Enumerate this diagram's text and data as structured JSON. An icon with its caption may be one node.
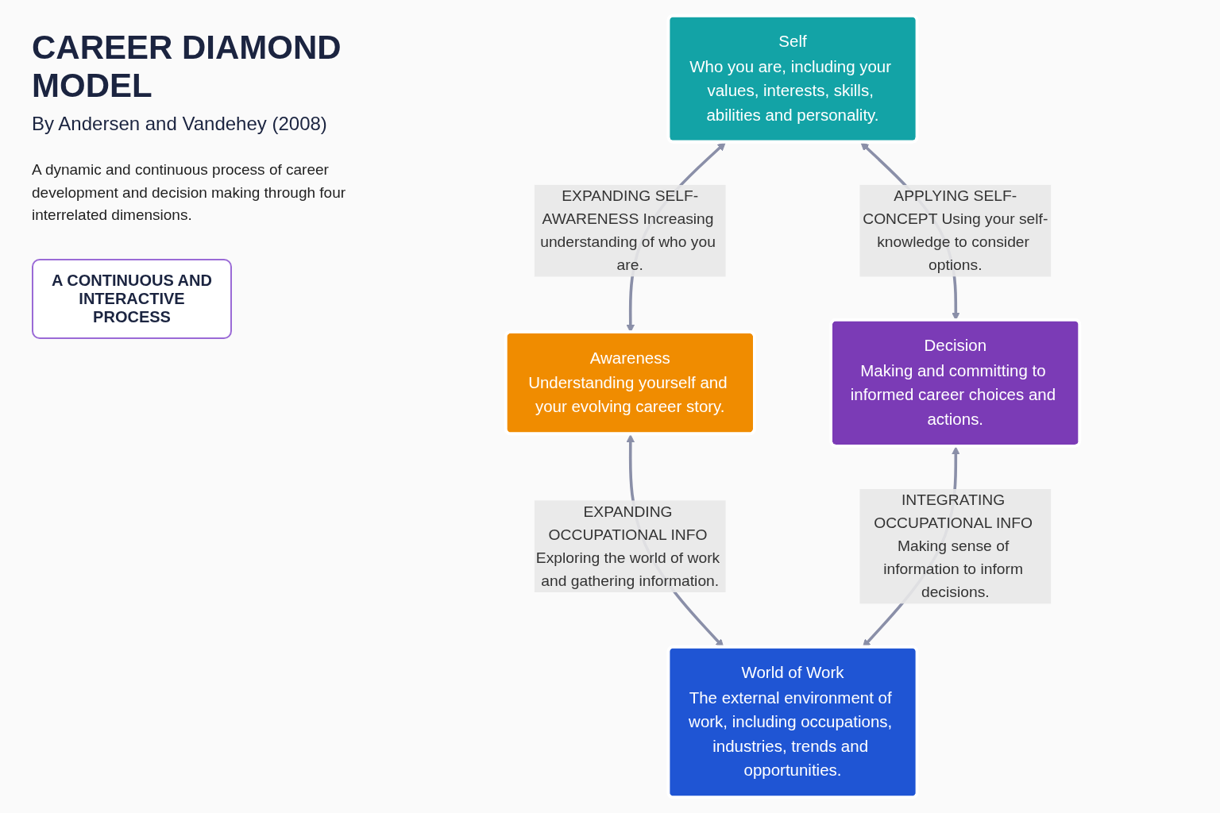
{
  "diagram": {
    "title": "CAREER DIAMOND MODEL",
    "nodes": [
      {
        "text": [
          "Self",
          "Who you are, including your values, interests, skills, abilities and personality."
        ]
      },
      {
        "text": [
          "Awareness",
          "Understanding yourself and your evolving career story."
        ]
      },
      {
        "text": [
          "Decision",
          "Making and committing to informed career choices and actions."
        ]
      },
      {
        "text": [
          "World of Work",
          "The external environment of work, including occupations, industries, trends and opportunities."
        ]
      }
    ],
    "edges": [
      {
        "from": 0,
        "to": 1,
        "arrow": "both",
        "label": "EXPANDING SELF-AWARENESS Increasing understanding of who you are."
      },
      {
        "from": 0,
        "to": 2,
        "arrow": "both",
        "label": "APPLYING SELF-CONCEPT Using your self-knowledge to consider options."
      },
      {
        "from": 1,
        "to": 3,
        "arrow": "both",
        "label": "EXPANDING OCCUPATIONAL INFO Exploring the world of work and gathering information."
      },
      {
        "from": 2,
        "to": 3,
        "arrow": "both",
        "label": "INTEGRATING OCCUPATIONAL INFO Making sense of information to inform decisions."
      }
    ],
    "labels": [
      "By Andersen and Vandehey (2008)",
      "A dynamic and continuous process of career development and decision making through four interrelated dimensions.",
      "A CONTINUOUS AND INTERACTIVE PROCESS"
    ]
  }
}
